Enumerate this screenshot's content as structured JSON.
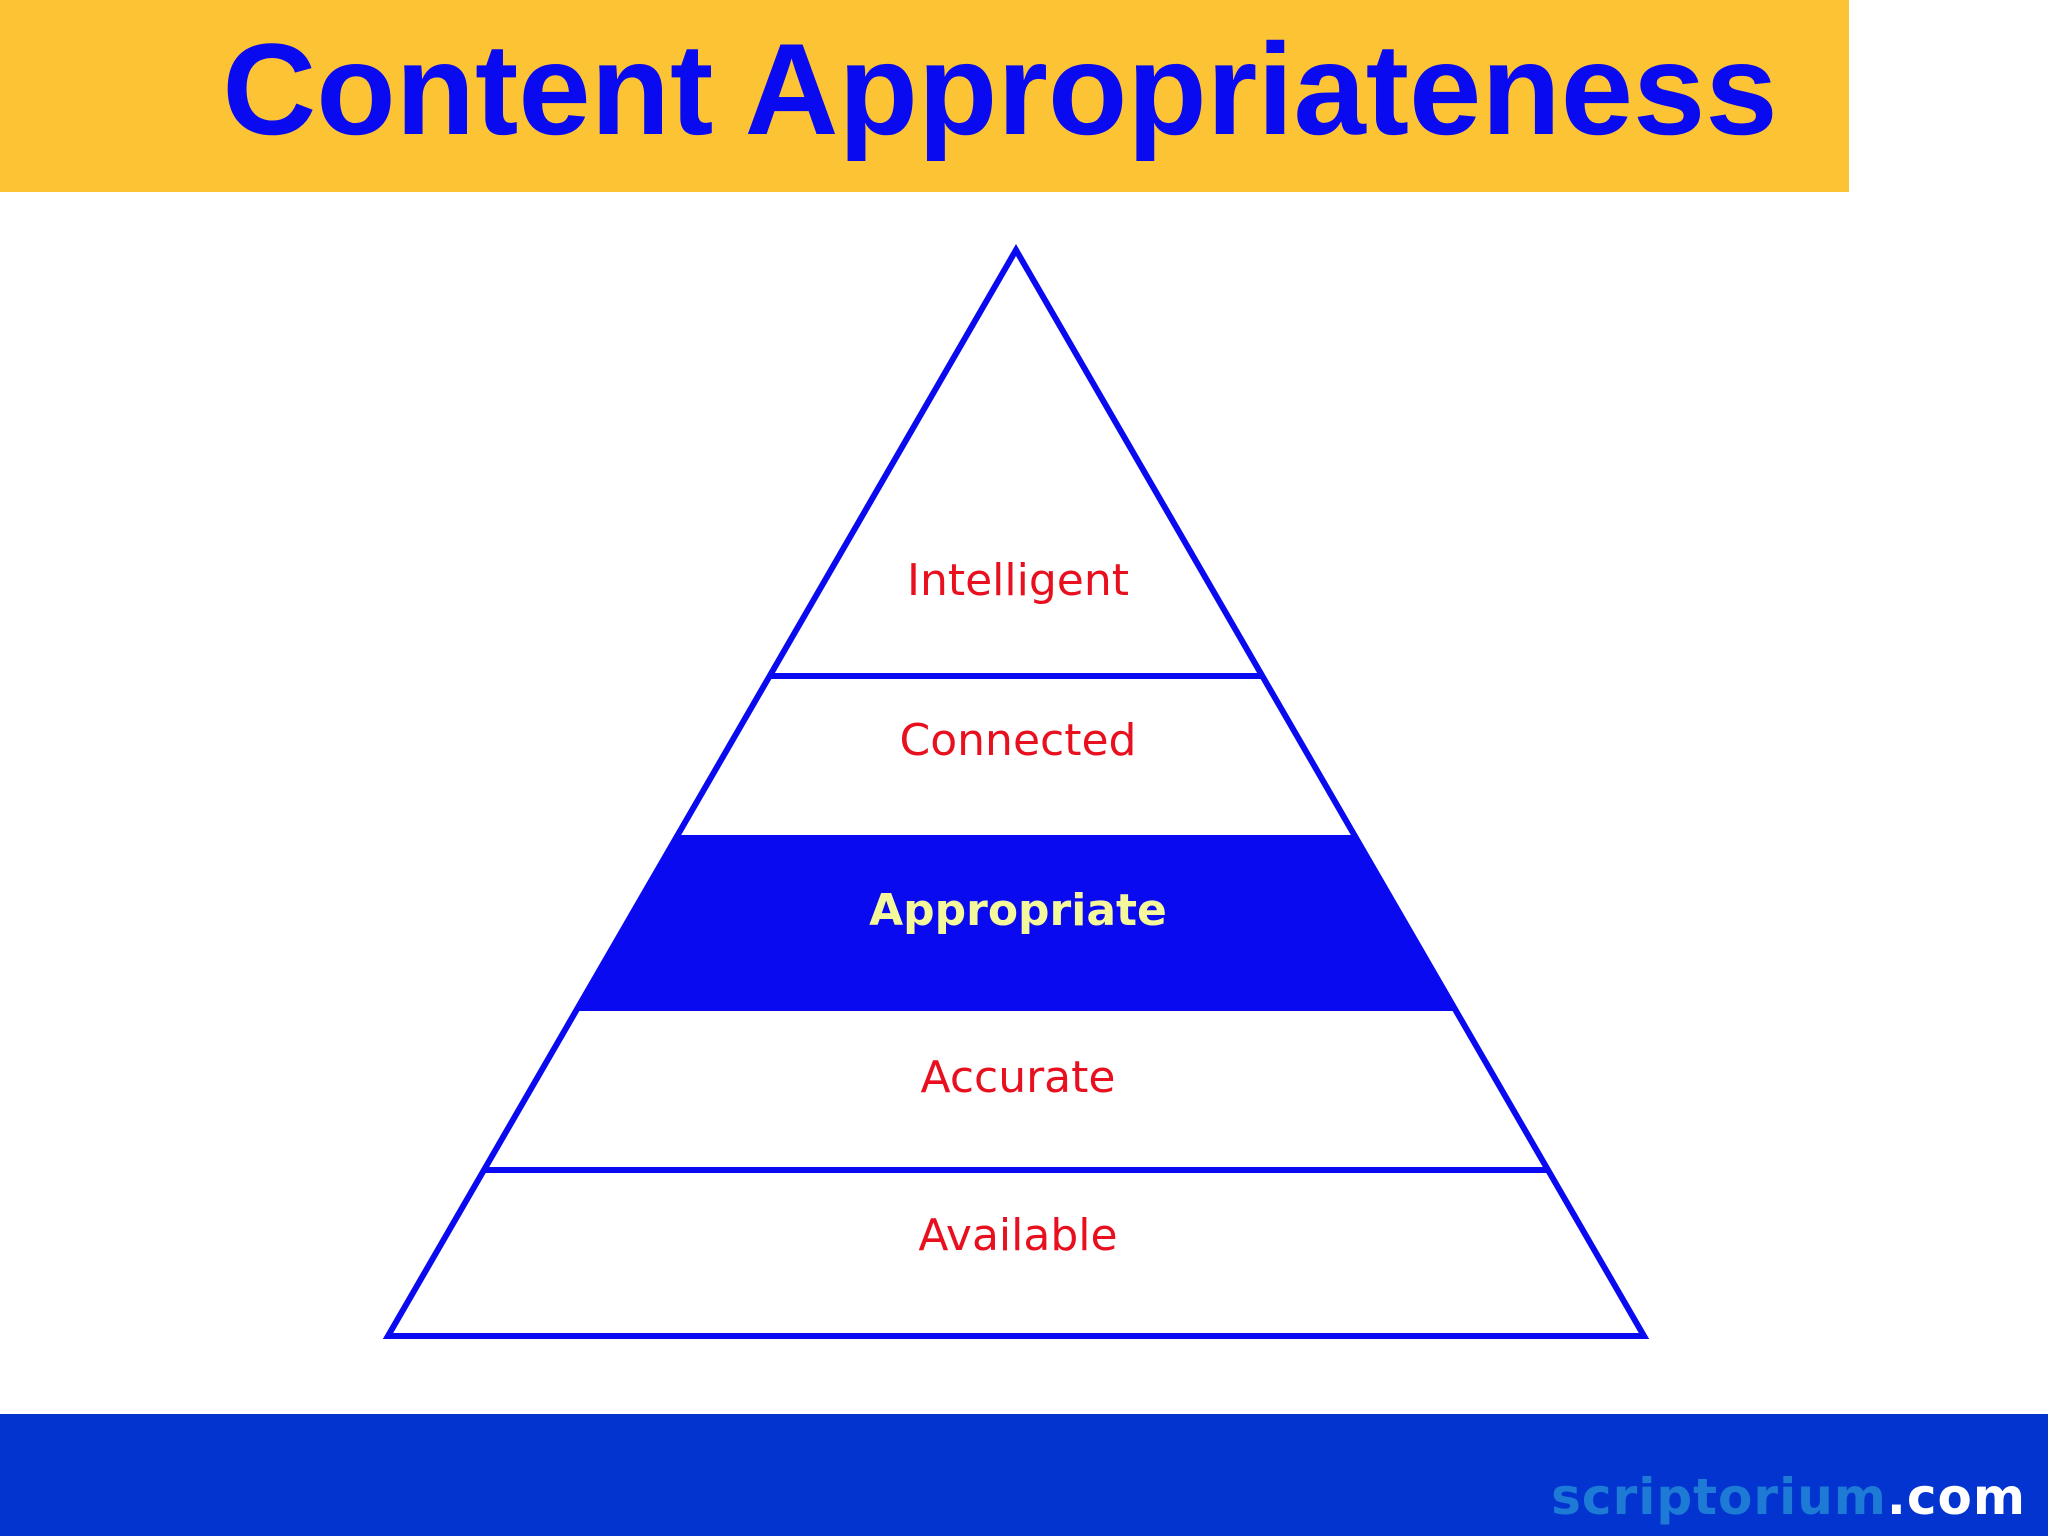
{
  "title": "Content Appropriateness",
  "pyramid": {
    "tiers": [
      {
        "label": "Intelligent",
        "highlighted": false
      },
      {
        "label": "Connected",
        "highlighted": false
      },
      {
        "label": "Appropriate",
        "highlighted": true
      },
      {
        "label": "Accurate",
        "highlighted": false
      },
      {
        "label": "Available",
        "highlighted": false
      }
    ]
  },
  "footer": {
    "brand_name": "scriptorium",
    "brand_domain": ".com"
  },
  "colors": {
    "title_bar": "#fcc334",
    "title_text": "#0a0af0",
    "pyramid_stroke": "#0a0af0",
    "highlight_fill": "#0a0af0",
    "label_text": "#e8101e",
    "highlight_label_text": "#f4f79a",
    "footer_bar": "#0434cf",
    "brand_name_color": "#1d7bd6",
    "brand_domain_color": "#ffffff"
  },
  "icons": {
    "pyramid": "triangle-shape"
  }
}
